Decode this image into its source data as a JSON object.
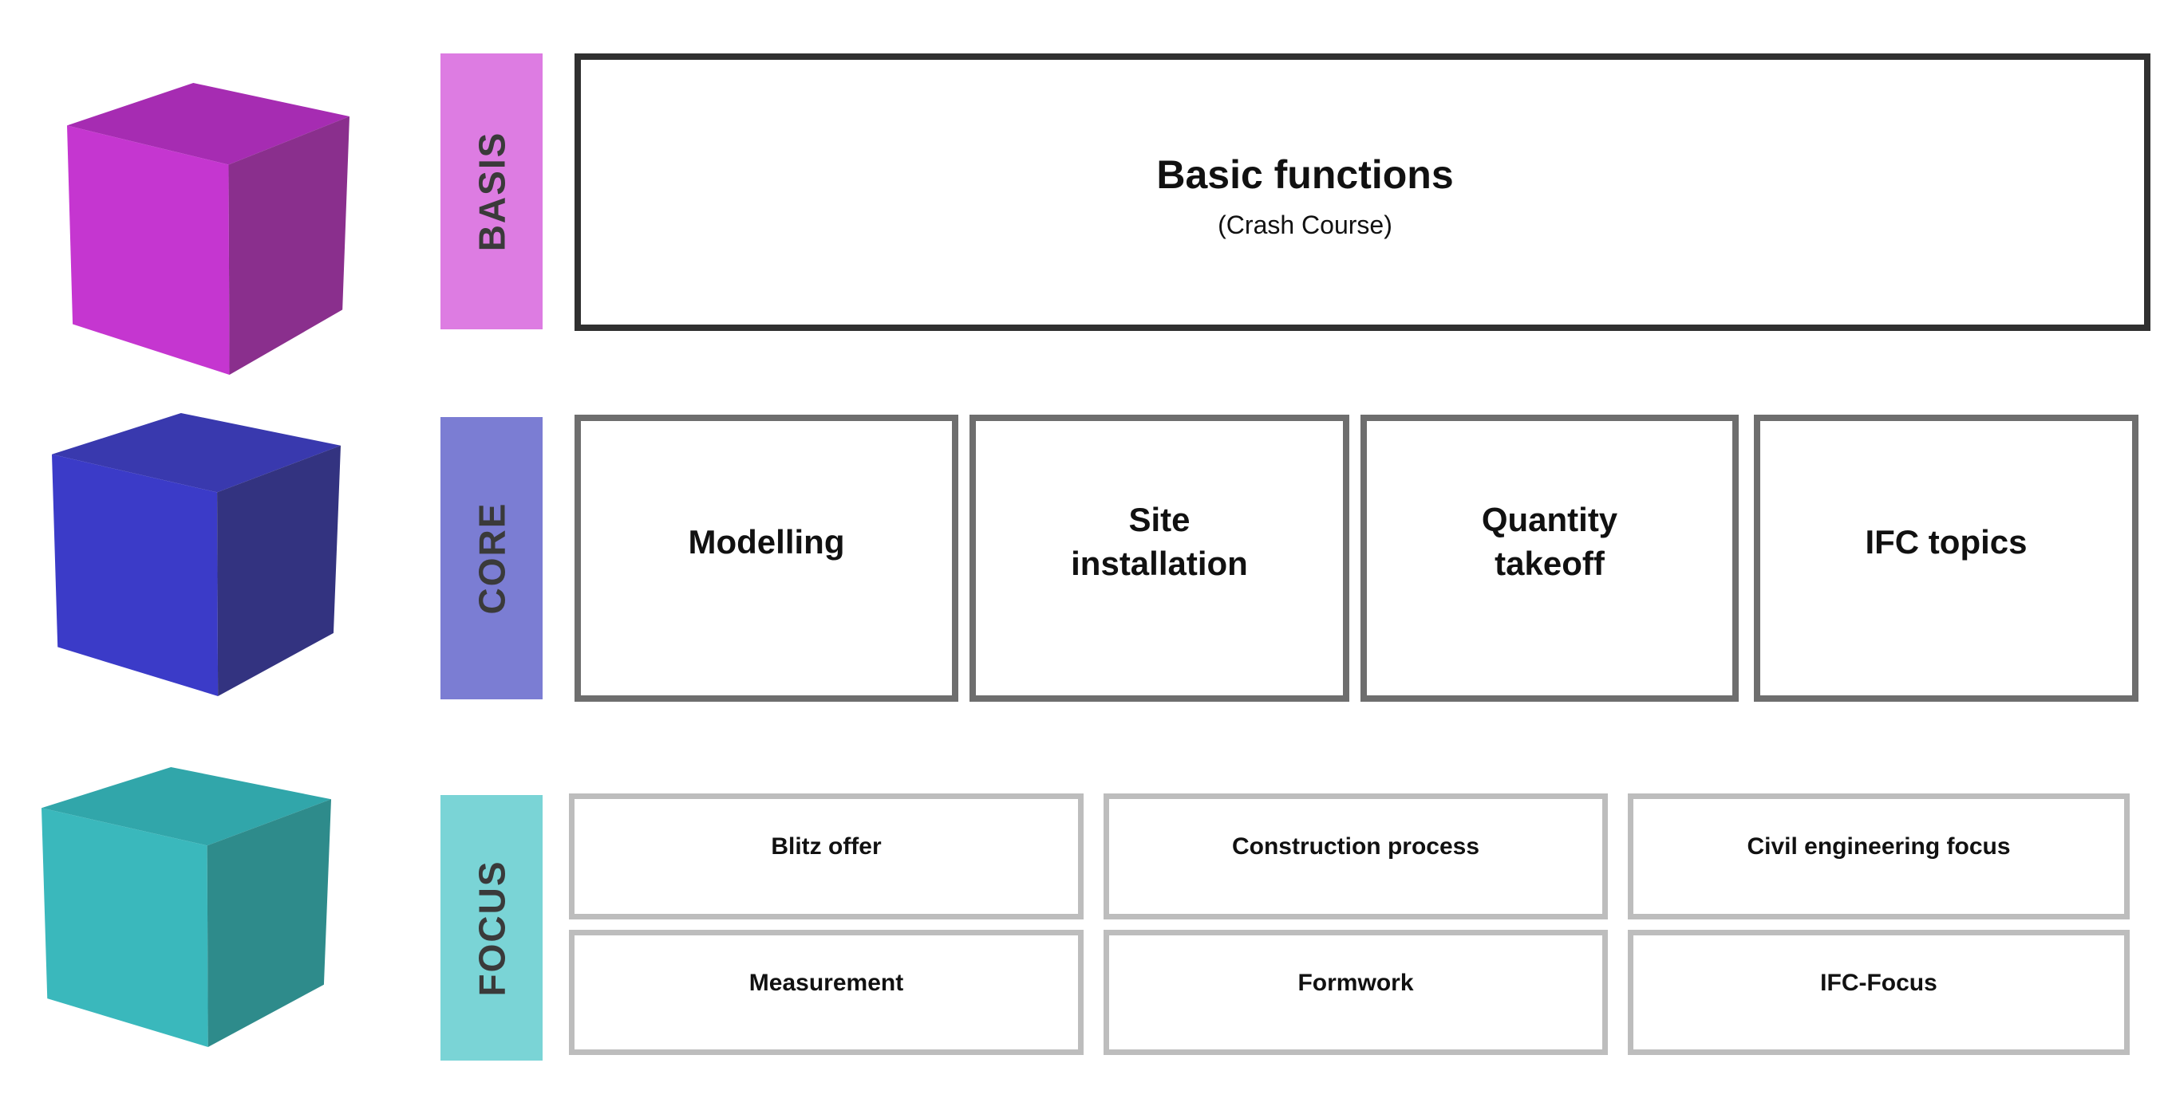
{
  "rows": [
    {
      "label": "BASIS",
      "bar_color": "#dd7ce2",
      "box_border_color": "#303030",
      "cube": {
        "top": "#a62cb2",
        "front": "#c536d0",
        "side": "#8a2f8d"
      },
      "box": {
        "title": "Basic functions",
        "subtitle": "(Crash Course)"
      }
    },
    {
      "label": "CORE",
      "bar_color": "#7b7dd3",
      "box_border_color": "#6e6e6e",
      "cube": {
        "top": "#3939ae",
        "front": "#3b3bc8",
        "side": "#333380"
      },
      "boxes": [
        {
          "label": "Modelling"
        },
        {
          "label": "Site installation"
        },
        {
          "label": "Quantity takeoff"
        },
        {
          "label": "IFC topics"
        }
      ]
    },
    {
      "label": "FOCUS",
      "bar_color": "#7ad4d6",
      "box_border_color": "#bdbdbd",
      "cube": {
        "top": "#31a6aa",
        "front": "#3ab8bc",
        "side": "#2e8b8b"
      },
      "box_rows": [
        [
          {
            "label": "Blitz offer"
          },
          {
            "label": "Construction process"
          },
          {
            "label": "Civil engineering focus"
          }
        ],
        [
          {
            "label": "Measurement"
          },
          {
            "label": "Formwork"
          },
          {
            "label": "IFC-Focus"
          }
        ]
      ]
    }
  ]
}
